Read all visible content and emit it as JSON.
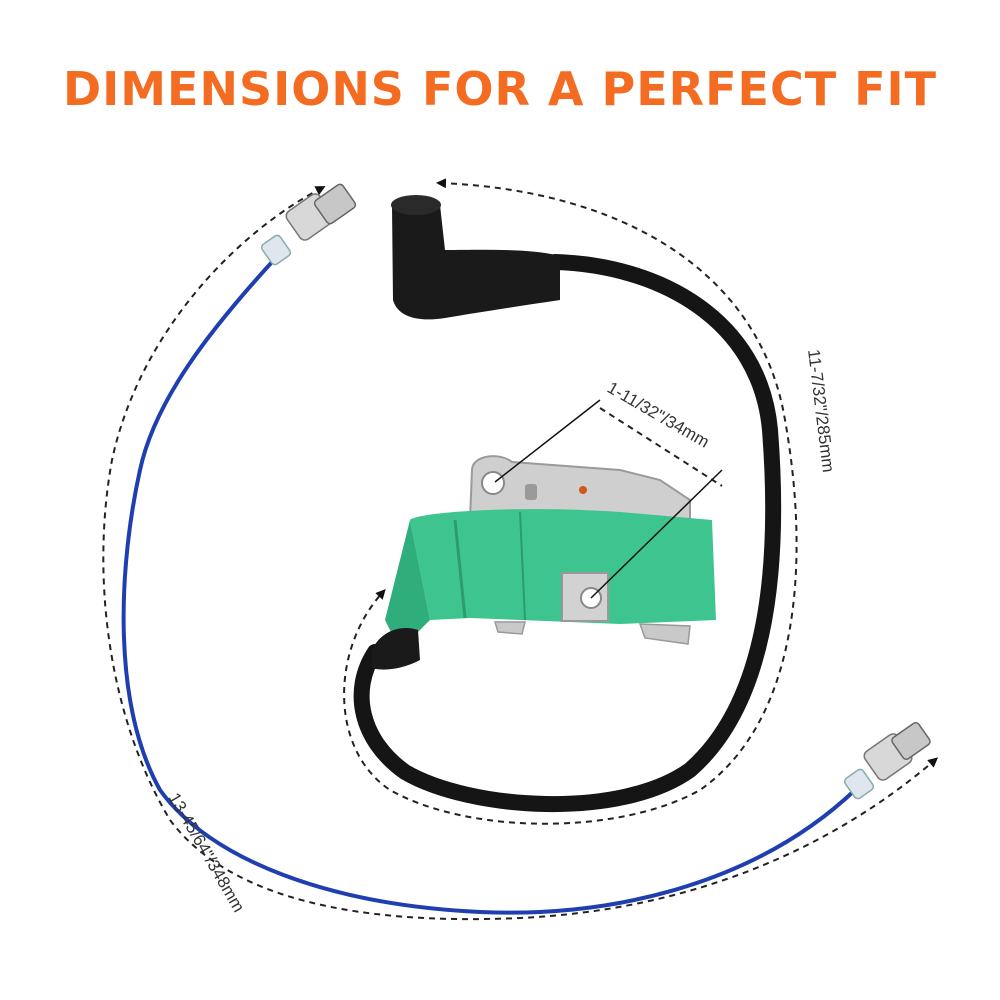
{
  "heading": "DIMENSIONS FOR A PERFECT FIT",
  "dimensions": {
    "mounting_hole_spacing": "1-11/32\"/34mm",
    "spark_plug_lead": "11-7/32\"/285mm",
    "ground_wire": "13-45/64\"/348mm"
  },
  "colors": {
    "heading": "#f36c21",
    "coil_body": "#3ec48f",
    "ground_wire": "#1f3fb0",
    "spark_lead": "#151515",
    "bracket": "#c9c9c9"
  }
}
